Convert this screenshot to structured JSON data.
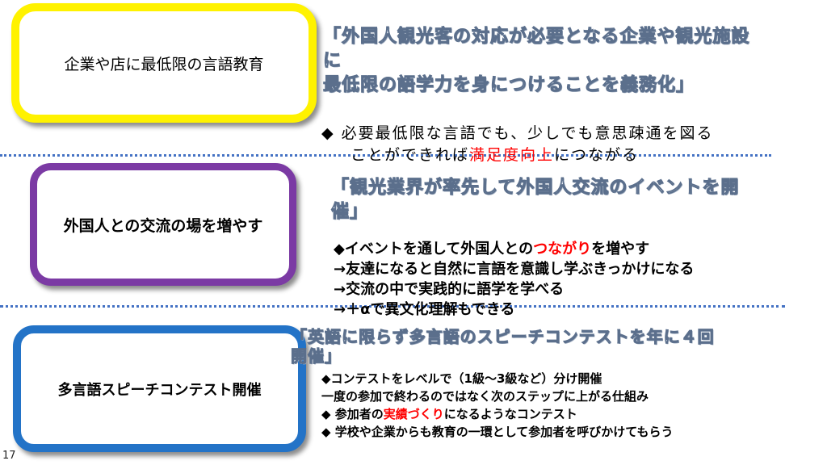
{
  "boxes": {
    "box1": "企業や店に最低限の言語教育",
    "box2": "外国人との交流の場を増やす",
    "box3": "多言語スピーチコンテスト開催"
  },
  "quotes": {
    "q1": [
      "「外国人観光客の対応が必要となる企業や観光施設",
      "に",
      "最低限の語学力を身につけることを義務化」"
    ],
    "q2": [
      "「観光業界が率先して外国人交流のイベントを開",
      "催」"
    ],
    "q3": [
      "「英語に限らず多言語のスピーチコンテストを年に４回",
      "開催」"
    ]
  },
  "section1": {
    "line1": "◆ 必要最低限な言語でも、少しでも意思疎通を図る",
    "line2_prefix": "ことができれば",
    "line2_highlight": "満足度向上",
    "line2_suffix": "につながる"
  },
  "section2": {
    "line1_prefix": "◆イベントを通して外国人との",
    "line1_highlight": "つながり",
    "line1_suffix": "を増やす",
    "line2": "→友達になると自然に言語を意識し学ぶきっかけになる",
    "line3": "→交流の中で実践的に語学を学べる",
    "line4": "→＋αで異文化理解もできる"
  },
  "section3": {
    "line1": "◆コンテストをレベルで（1級～3級など）分け開催",
    "line2": "一度の参加で終わるのではなく次のステップに上がる仕組み",
    "line3_prefix": "◆ 参加者の",
    "line3_highlight": "実績づくり",
    "line3_suffix": "になるようなコンテスト",
    "line4": "◆ 学校や企業からも教育の一環として参加者を呼びかけてもらう"
  },
  "colors": {
    "box1_border": "#fff200",
    "box2_border": "#7b3aa4",
    "box3_border": "#2373c7",
    "highlight": "#ff0000",
    "divider": "#4472c4"
  },
  "page_number": "17"
}
